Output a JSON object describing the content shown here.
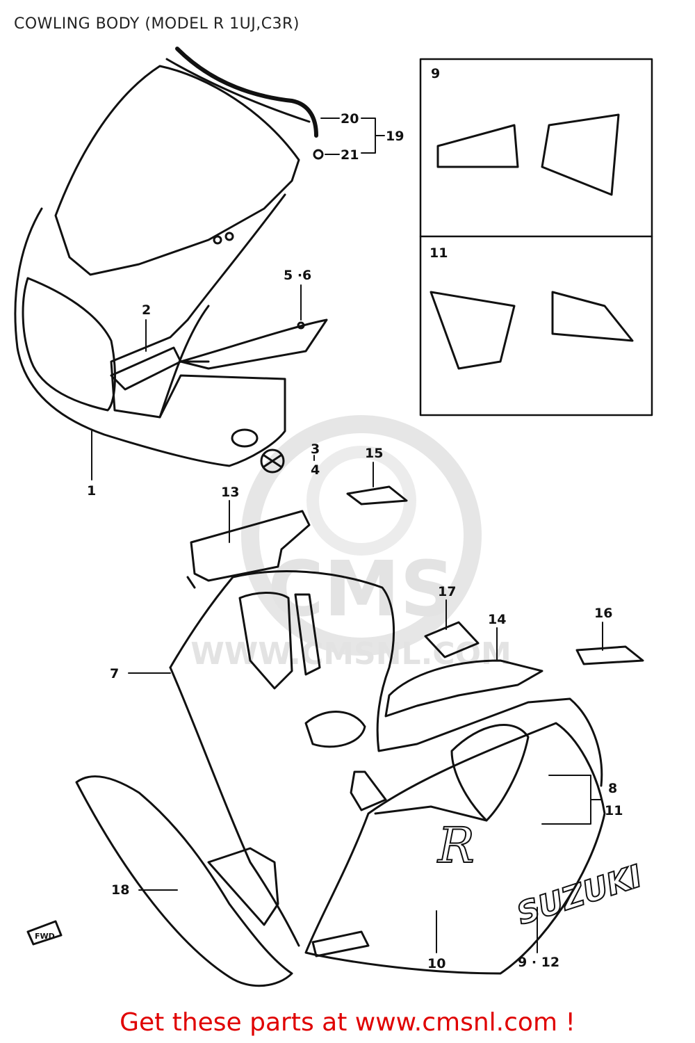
{
  "title": "COWLING BODY (MODEL R 1UJ,C3R)",
  "footer": {
    "text": "Get these parts at www.cmsnl.com !"
  },
  "watermark": {
    "logo": "CMS",
    "url": "WWW.CMSNL.COM"
  },
  "decals": {
    "suzuki": "SUZUKI",
    "logo": "R",
    "fwd": "FWD"
  },
  "callouts": {
    "c1": "1",
    "c2": "2",
    "c3": "3",
    "c4": "4",
    "c5_6": "5 ·6",
    "c7": "7",
    "c8": "8",
    "c8_11": "11",
    "c9": "9",
    "c9_12": "9 · 12",
    "c10": "10",
    "c11": "11",
    "c13": "13",
    "c14": "14",
    "c15": "15",
    "c16": "16",
    "c17": "17",
    "c18": "18",
    "c19": "19",
    "c20": "20",
    "c21": "21"
  },
  "colors": {
    "line": "#111111",
    "footer": "#e00000",
    "watermark": "#e3e3e3"
  }
}
